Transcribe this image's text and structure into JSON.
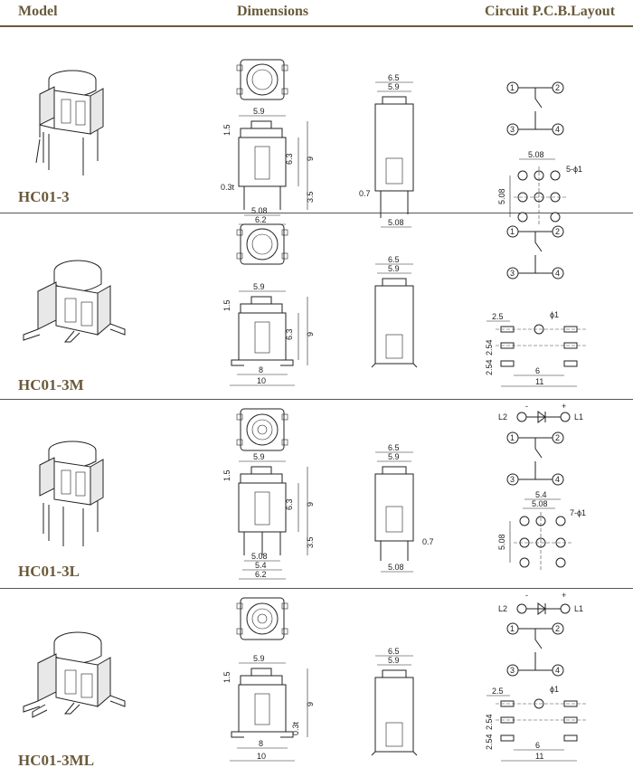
{
  "header": {
    "model": "Model",
    "dimensions": "Dimensions",
    "circuit": "Circuit P.C.B.Layout"
  },
  "rows": [
    {
      "model": "HC01-3",
      "front": {
        "top": "5.9",
        "left": "1.5",
        "right1": "6.3",
        "right2": "9",
        "right3": "3.5",
        "lead": "0.3t",
        "bot1": "5.08",
        "bot2": "6.2"
      },
      "side": {
        "top1": "6.5",
        "top2": "5.9",
        "lead": "0.7",
        "bot": "5.08"
      },
      "circuit": {
        "n1": "1",
        "n2": "2",
        "n3": "3",
        "n4": "4"
      },
      "pcb": {
        "pitch": "5.08",
        "holes": "5-ϕ1",
        "height": "5.08"
      }
    },
    {
      "model": "HC01-3M",
      "front": {
        "top": "5.9",
        "left": "1.5",
        "right1": "6.3",
        "right2": "9",
        "bot1": "8",
        "bot2": "10"
      },
      "side": {
        "top1": "6.5",
        "top2": "5.9"
      },
      "circuit": {
        "n1": "1",
        "n2": "2",
        "n3": "3",
        "n4": "4"
      },
      "pcb": {
        "a": "2.5",
        "hole": "ϕ1",
        "b": "2.54",
        "c": "2.54",
        "d": "6",
        "e": "11"
      }
    },
    {
      "model": "HC01-3L",
      "led": {
        "l2": "L2",
        "l1": "L1",
        "minus": "-",
        "plus": "+"
      },
      "front": {
        "top": "5.9",
        "left": "1.5",
        "right1": "6.3",
        "right2": "9",
        "right3": "3.5",
        "bot1": "5.08",
        "bot2": "5.4",
        "bot3": "6.2"
      },
      "side": {
        "top1": "6.5",
        "top2": "5.9",
        "lead": "0.7",
        "bot": "5.08"
      },
      "circuit": {
        "n1": "1",
        "n2": "2",
        "n3": "3",
        "n4": "4"
      },
      "pcb": {
        "a": "5.4",
        "pitch": "5.08",
        "holes": "7-ϕ1",
        "height": "5.08"
      }
    },
    {
      "model": "HC01-3ML",
      "led": {
        "l2": "L2",
        "l1": "L1",
        "minus": "-",
        "plus": "+"
      },
      "front": {
        "top": "5.9",
        "left": "1.5",
        "right1": "9",
        "right2": "0.3t",
        "bot1": "8",
        "bot2": "10"
      },
      "side": {
        "top1": "6.5",
        "top2": "5.9"
      },
      "circuit": {
        "n1": "1",
        "n2": "2",
        "n3": "3",
        "n4": "4"
      },
      "pcb": {
        "a": "2.5",
        "hole": "ϕ1",
        "b": "2.54",
        "c": "2.54",
        "d": "6",
        "e": "11"
      }
    }
  ]
}
